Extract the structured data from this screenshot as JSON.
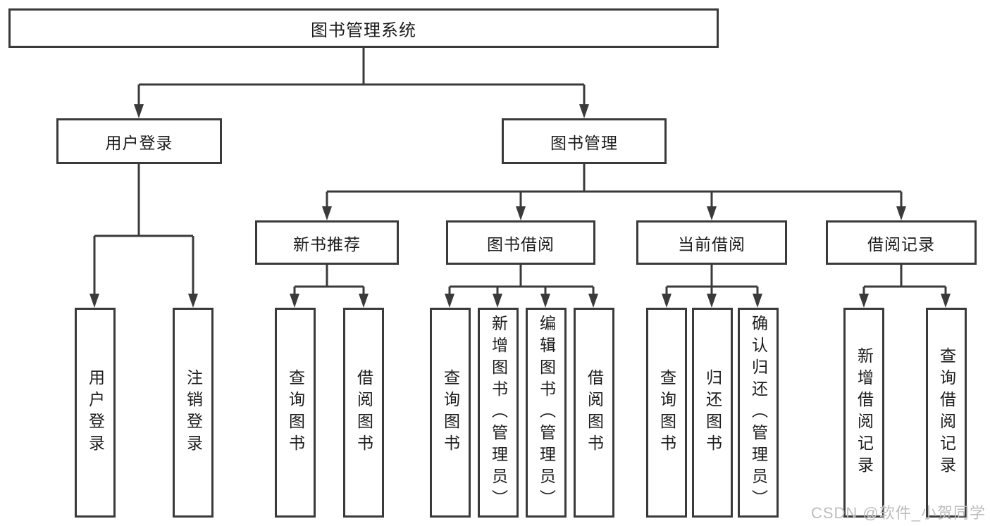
{
  "diagram": {
    "root": {
      "label": "图书管理系统"
    },
    "level2": [
      {
        "label": "用户登录"
      },
      {
        "label": "图书管理"
      }
    ],
    "level3": [
      {
        "label": "新书推荐"
      },
      {
        "label": "图书借阅"
      },
      {
        "label": "当前借阅"
      },
      {
        "label": "借阅记录"
      }
    ],
    "leaves": {
      "login": [
        "用户登录",
        "注销登录"
      ],
      "newbook": [
        "查询图书",
        "借阅图书"
      ],
      "borrow": [
        "查询图书",
        "新增图书（管理员）",
        "编辑图书（管理员）",
        "借阅图书"
      ],
      "current": [
        "查询图书",
        "归还图书",
        "确认归还（管理员）"
      ],
      "records": [
        "新增借阅记录",
        "查询借阅记录"
      ]
    }
  },
  "watermark": "CSDN @软件_小贺同学",
  "colors": {
    "line": "#3a3a3a",
    "text": "#1c1c1c",
    "watermark": "#bdbdbd",
    "background": "#ffffff"
  }
}
